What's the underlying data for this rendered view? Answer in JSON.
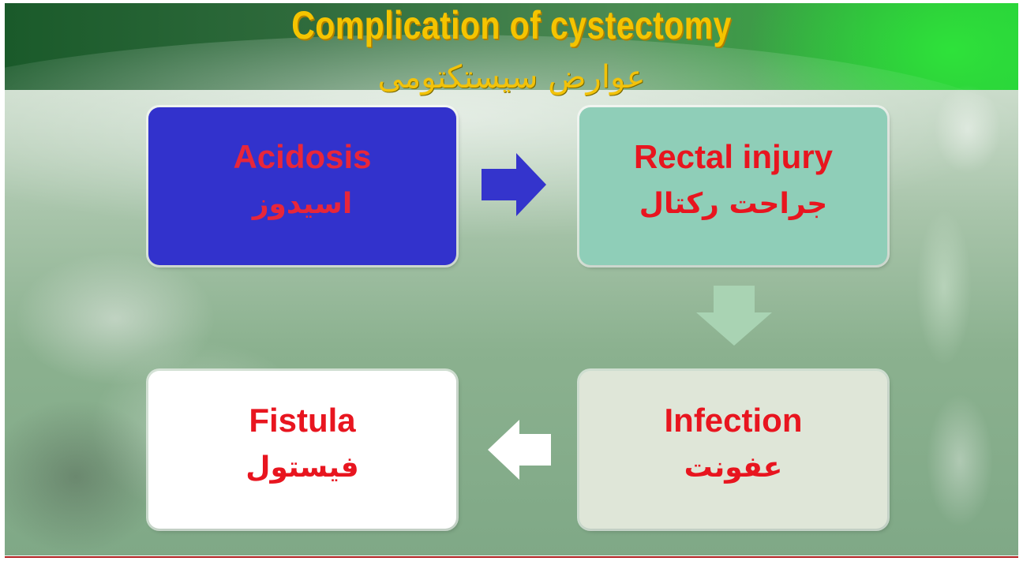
{
  "title": "Complication of cystectomy",
  "subtitle": "عوارض سیستکتومی",
  "boxes": [
    {
      "en": "Acidosis",
      "fa": "اسیدوز"
    },
    {
      "en": "Rectal injury",
      "fa": "جراحت رکتال"
    },
    {
      "en": "Infection",
      "fa": "عفونت"
    },
    {
      "en": "Fistula",
      "fa": "فیستول"
    }
  ],
  "colors": {
    "title": "#f5c400",
    "text_red": "#e8151f",
    "acidosis_box": "#3232cc",
    "rectal_box": "#8fceb8",
    "infection_box": "#dfe6d8",
    "fistula_box": "#ffffff",
    "arrow_blue": "#3434cc",
    "arrow_green": "#a9d3b3",
    "arrow_white": "#ffffff"
  }
}
